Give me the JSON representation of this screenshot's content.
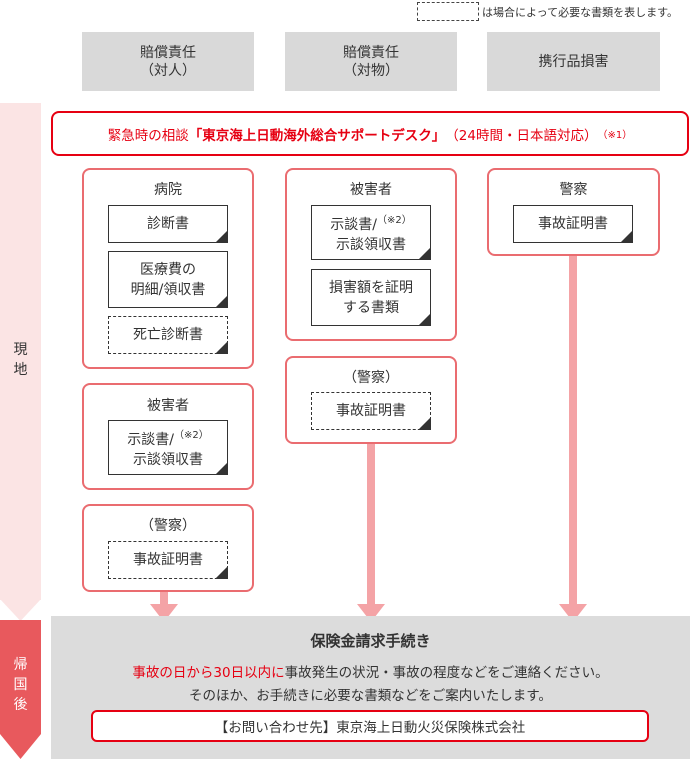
{
  "legend": {
    "text": "は場合によって必要な書類を表します。"
  },
  "columns": [
    {
      "label": "賠償責任\n（対人）"
    },
    {
      "label": "賠償責任\n（対物）"
    },
    {
      "label": "携行品損害"
    }
  ],
  "side": {
    "onsite": "現\n地",
    "after_return": "帰\n国\n後"
  },
  "consult": {
    "prefix": "緊急時の相談",
    "desk": "「東京海上日動海外総合サポートデスク」",
    "suffix": "（24時間・日本語対応）",
    "note": "（※1）"
  },
  "col1": {
    "hospital": {
      "title": "病院",
      "docs": [
        "診断書",
        "医療費の\n明細/領収書",
        "死亡診断書"
      ]
    },
    "victim": {
      "title": "被害者",
      "doc_main": "示談書/",
      "doc_note": "（※2）",
      "doc_sub": "示談領収書"
    },
    "police": {
      "title": "（警察）",
      "doc": "事故証明書"
    }
  },
  "col2": {
    "victim": {
      "title": "被害者",
      "doc_main": "示談書/",
      "doc_note": "（※2）",
      "doc_sub": "示談領収書",
      "doc2": "損害額を証明\nする書類"
    },
    "police": {
      "title": "（警察）",
      "doc": "事故証明書"
    }
  },
  "col3": {
    "police": {
      "title": "警察",
      "doc": "事故証明書"
    }
  },
  "claim": {
    "title": "保険金請求手続き",
    "line1_red": "事故の日から30日以内に",
    "line1_rest": "事故発生の状況・事故の程度などをご連絡ください。",
    "line2": "そのほか、お手続きに必要な書類などをご案内いたします。",
    "contact": "【お問い合わせ先】東京海上日動火災保険株式会社"
  },
  "colors": {
    "red": "#e60012",
    "panel_border": "#ea6c70",
    "arrow": "#f4a3a6",
    "strip_light": "#fbe4e4",
    "strip_dark": "#e8595d",
    "header_bg": "#d9d9d9"
  }
}
